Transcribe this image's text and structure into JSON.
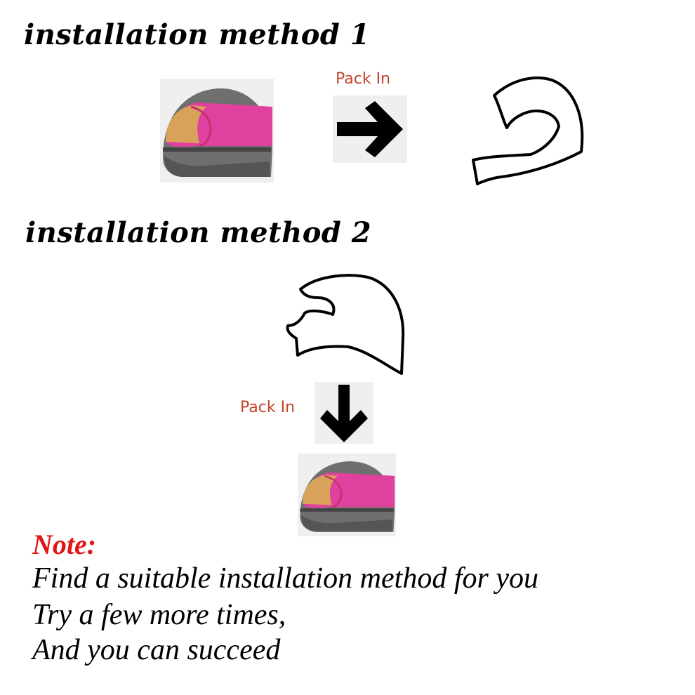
{
  "method1": {
    "title": "installation method 1",
    "pack_label": "Pack In"
  },
  "method2": {
    "title": "installation method 2",
    "pack_label": "Pack In"
  },
  "note": {
    "title": "Note:",
    "lines": [
      "Find a suitable installation method for you",
      "Try a few more times,",
      "And you can succeed"
    ]
  },
  "icons": {
    "helmet": "helmet-with-pink-visor-film-icon",
    "arrow_right": "arrow-right-icon",
    "arrow_down": "arrow-down-icon",
    "outline": "visor-film-outline-icon"
  },
  "colors": {
    "label_red": "#c4442b",
    "note_red": "#e01515",
    "helmet_gray": "#6f6f6f",
    "visor_pink": "#e0409e",
    "visor_amber": "#d9a25a"
  }
}
